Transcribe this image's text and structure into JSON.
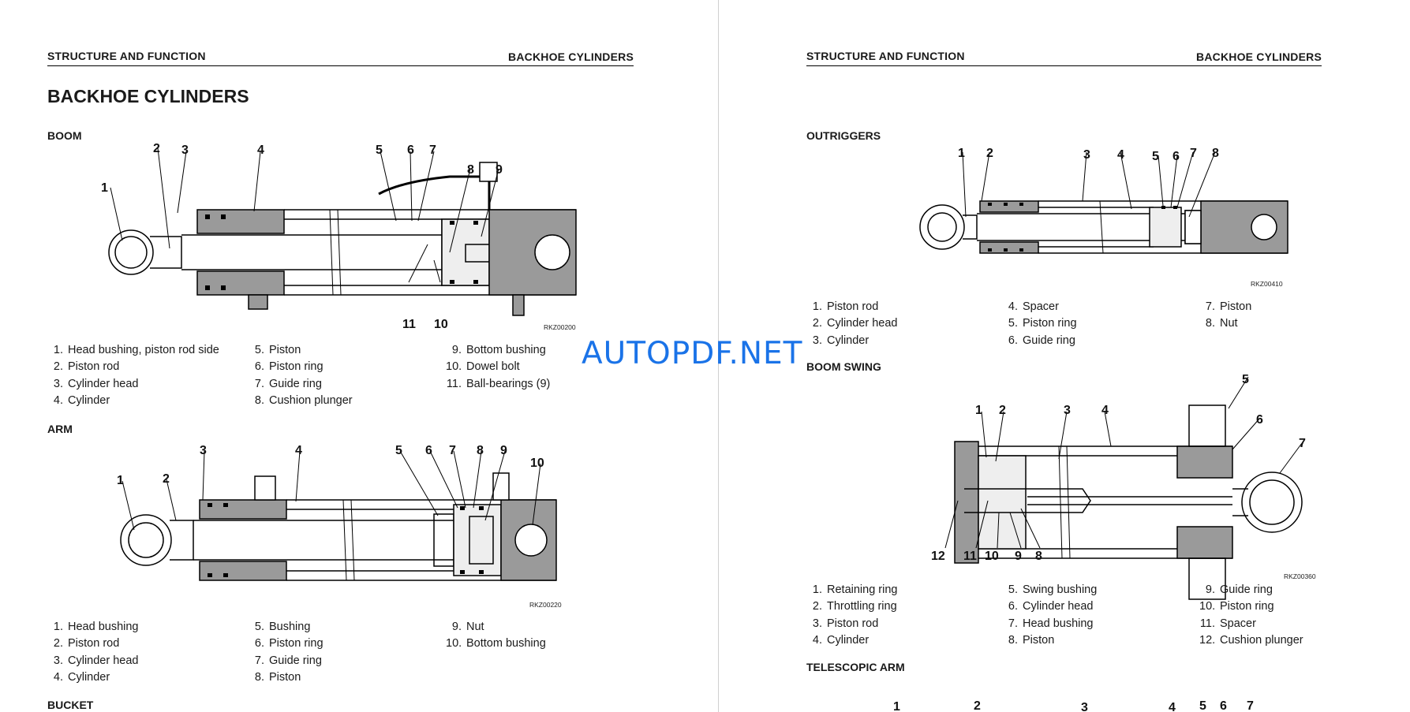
{
  "left": {
    "header_left": "STRUCTURE AND FUNCTION",
    "header_right": "BACKHOE CYLINDERS",
    "title": "BACKHOE CYLINDERS",
    "boom": {
      "heading": "BOOM",
      "code": "RKZ00200",
      "callouts": [
        "1",
        "2",
        "3",
        "4",
        "5",
        "6",
        "7",
        "8",
        "9",
        "11",
        "10"
      ],
      "legend": [
        {
          "num": "1.",
          "text": "Head bushing, piston rod side"
        },
        {
          "num": "2.",
          "text": "Piston rod"
        },
        {
          "num": "3.",
          "text": "Cylinder head"
        },
        {
          "num": "4.",
          "text": "Cylinder"
        },
        {
          "num": "5.",
          "text": "Piston"
        },
        {
          "num": "6.",
          "text": "Piston ring"
        },
        {
          "num": "7.",
          "text": "Guide ring"
        },
        {
          "num": "8.",
          "text": "Cushion plunger"
        },
        {
          "num": "9.",
          "text": "Bottom bushing"
        },
        {
          "num": "10.",
          "text": "Dowel bolt"
        },
        {
          "num": "11.",
          "text": "Ball-bearings (9)"
        }
      ]
    },
    "arm": {
      "heading": "ARM",
      "code": "RKZ00220",
      "callouts": [
        "1",
        "2",
        "3",
        "4",
        "5",
        "6",
        "7",
        "8",
        "9",
        "10"
      ],
      "legend": [
        {
          "num": "1.",
          "text": "Head bushing"
        },
        {
          "num": "2.",
          "text": "Piston rod"
        },
        {
          "num": "3.",
          "text": "Cylinder head"
        },
        {
          "num": "4.",
          "text": "Cylinder"
        },
        {
          "num": "5.",
          "text": "Bushing"
        },
        {
          "num": "6.",
          "text": "Piston ring"
        },
        {
          "num": "7.",
          "text": "Guide ring"
        },
        {
          "num": "8.",
          "text": "Piston"
        },
        {
          "num": "9.",
          "text": "Nut"
        },
        {
          "num": "10.",
          "text": "Bottom bushing"
        }
      ]
    },
    "bucket": {
      "heading": "BUCKET"
    }
  },
  "right": {
    "header_left": "STRUCTURE AND FUNCTION",
    "header_right": "BACKHOE CYLINDERS",
    "outriggers": {
      "heading": "OUTRIGGERS",
      "code": "RKZ00410",
      "callouts": [
        "1",
        "2",
        "3",
        "4",
        "5",
        "6",
        "7",
        "8"
      ],
      "legend": [
        {
          "num": "1.",
          "text": "Piston rod"
        },
        {
          "num": "2.",
          "text": "Cylinder head"
        },
        {
          "num": "3.",
          "text": "Cylinder"
        },
        {
          "num": "4.",
          "text": "Spacer"
        },
        {
          "num": "5.",
          "text": "Piston ring"
        },
        {
          "num": "6.",
          "text": "Guide ring"
        },
        {
          "num": "7.",
          "text": "Piston"
        },
        {
          "num": "8.",
          "text": "Nut"
        }
      ]
    },
    "boom_swing": {
      "heading": "BOOM SWING",
      "code": "RKZ00360",
      "callouts": [
        "1",
        "2",
        "3",
        "4",
        "5",
        "6",
        "7",
        "12",
        "11",
        "10",
        "9",
        "8"
      ],
      "legend": [
        {
          "num": "1.",
          "text": "Retaining ring"
        },
        {
          "num": "2.",
          "text": "Throttling ring"
        },
        {
          "num": "3.",
          "text": "Piston rod"
        },
        {
          "num": "4.",
          "text": "Cylinder"
        },
        {
          "num": "5.",
          "text": "Swing bushing"
        },
        {
          "num": "6.",
          "text": "Cylinder head"
        },
        {
          "num": "7.",
          "text": "Head bushing"
        },
        {
          "num": "8.",
          "text": "Piston"
        },
        {
          "num": "9.",
          "text": "Guide ring"
        },
        {
          "num": "10.",
          "text": "Piston ring"
        },
        {
          "num": "11.",
          "text": "Spacer"
        },
        {
          "num": "12.",
          "text": "Cushion plunger"
        }
      ]
    },
    "telescopic_arm": {
      "heading": "TELESCOPIC ARM",
      "callouts": [
        "1",
        "2",
        "3",
        "4",
        "5",
        "6",
        "7"
      ]
    }
  },
  "watermark": "AUTOPDF.NET"
}
